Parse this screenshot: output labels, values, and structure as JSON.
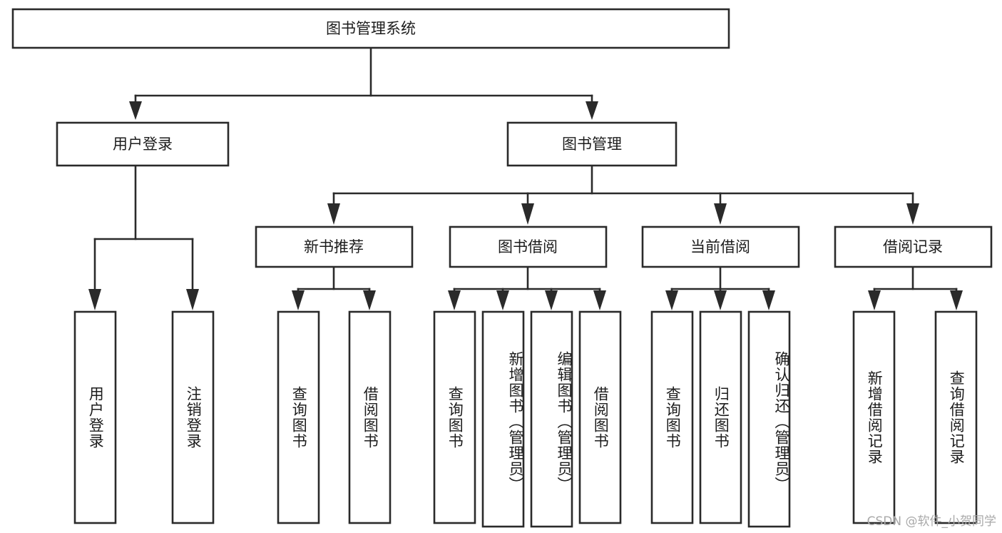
{
  "diagram": {
    "title_node": {
      "label": "图书管理系统"
    },
    "level2": [
      {
        "id": "user-login",
        "label": "用户登录"
      },
      {
        "id": "book-management",
        "label": "图书管理"
      }
    ],
    "level3": [
      {
        "id": "new-book-recommend",
        "label": "新书推荐"
      },
      {
        "id": "book-borrow",
        "label": "图书借阅"
      },
      {
        "id": "current-borrow",
        "label": "当前借阅"
      },
      {
        "id": "borrow-record",
        "label": "借阅记录"
      }
    ],
    "leaves": {
      "user_login": [
        {
          "id": "leaf-user-login",
          "label": "用户登录"
        },
        {
          "id": "leaf-logout-login",
          "label": "注销登录"
        }
      ],
      "new_book_recommend": [
        {
          "id": "leaf-query-book-1",
          "label": "查询图书"
        },
        {
          "id": "leaf-borrow-book-1",
          "label": "借阅图书"
        }
      ],
      "book_borrow": [
        {
          "id": "leaf-query-book-2",
          "label": "查询图书"
        },
        {
          "id": "leaf-add-book",
          "label": "新增图书（管理员）"
        },
        {
          "id": "leaf-edit-book",
          "label": "编辑图书（管理员）"
        },
        {
          "id": "leaf-borrow-book-2",
          "label": "借阅图书"
        }
      ],
      "current_borrow": [
        {
          "id": "leaf-query-book-3",
          "label": "查询图书"
        },
        {
          "id": "leaf-return-book",
          "label": "归还图书"
        },
        {
          "id": "leaf-confirm-return",
          "label": "确认归还（管理员）"
        }
      ],
      "borrow_record": [
        {
          "id": "leaf-add-borrow-record",
          "label": "新增借阅记录"
        },
        {
          "id": "leaf-query-borrow-record",
          "label": "查询借阅记录"
        }
      ]
    }
  },
  "watermark": {
    "text": "CSDN @软件_小贺同学"
  },
  "colors": {
    "stroke": "#2a2a2a",
    "box_fill": "#ffffff",
    "text": "#1c1c1c",
    "watermark": "#a9a9a9",
    "background": "#ffffff"
  }
}
